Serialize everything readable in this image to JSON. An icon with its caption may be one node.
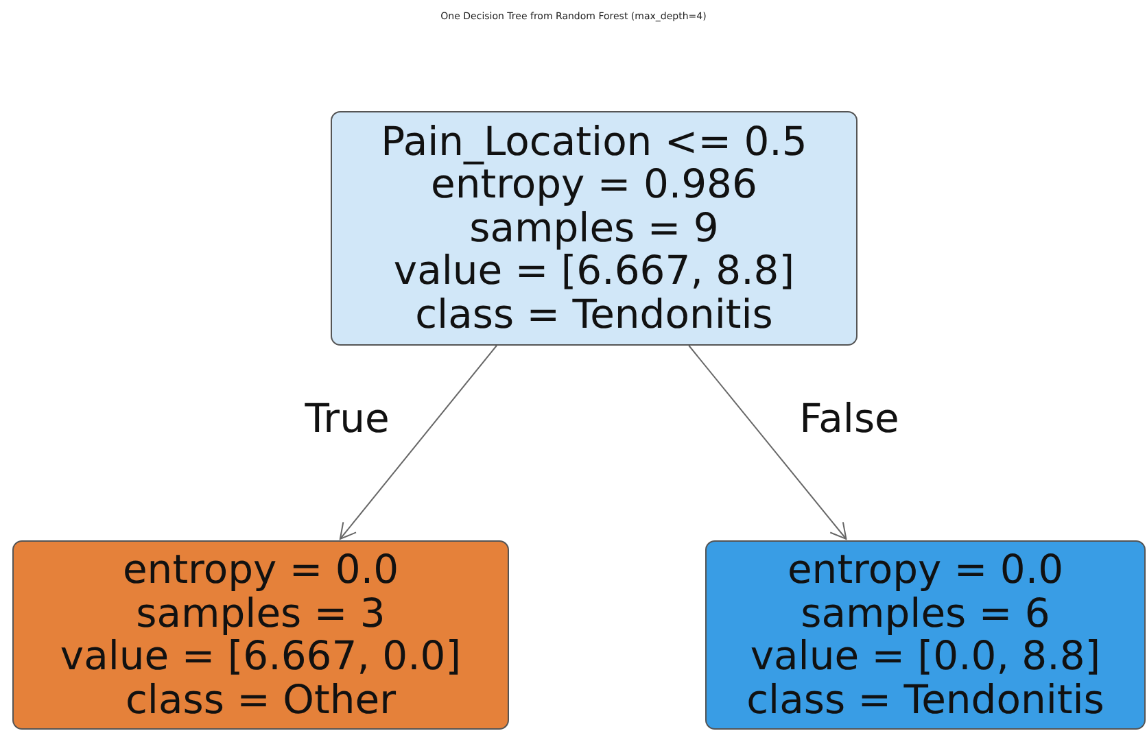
{
  "diagram": {
    "title": "One Decision Tree from Random Forest (max_depth=4)",
    "nodes": [
      {
        "text": [
          "Pain_Location <= 0.5",
          "entropy = 0.986",
          "samples = 9",
          "value = [6.667, 8.8]",
          "class = Tendonitis"
        ]
      },
      {
        "text": [
          "entropy = 0.0",
          "samples = 3",
          "value = [6.667, 0.0]",
          "class = Other"
        ]
      },
      {
        "text": [
          "entropy = 0.0",
          "samples = 6",
          "value = [0.0, 8.8]",
          "class = Tendonitis"
        ]
      }
    ],
    "edges": [
      {
        "from": 0,
        "to": 1,
        "arrow": "to",
        "label": "True"
      },
      {
        "from": 0,
        "to": 2,
        "arrow": "to",
        "label": "False"
      }
    ]
  }
}
